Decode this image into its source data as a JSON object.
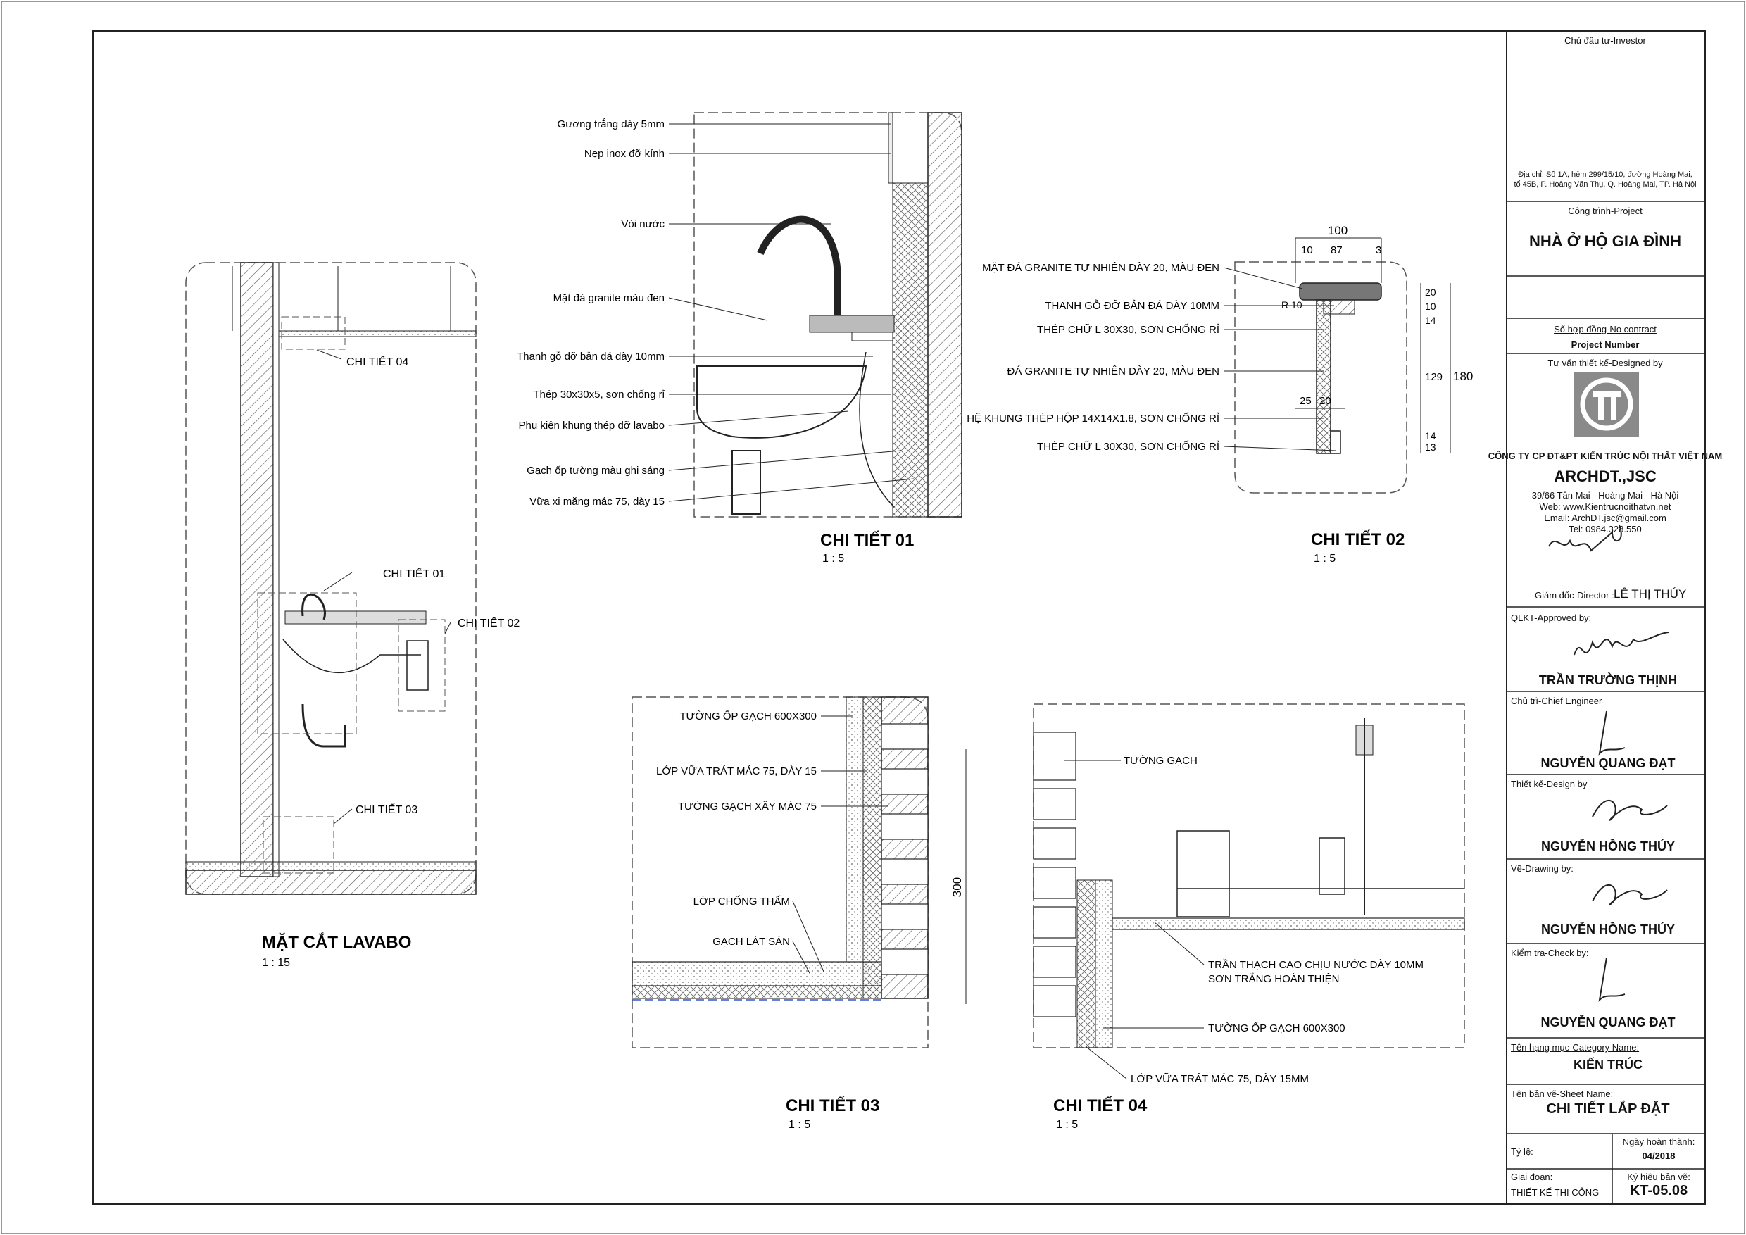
{
  "drawings": {
    "lavabo": {
      "title": "MẶT CẮT LAVABO",
      "scale": "1 : 15",
      "callouts": [
        "CHI TIẾT 04",
        "CHI TIẾT 01",
        "CHI TIẾT 02",
        "CHI TIẾT 03"
      ]
    },
    "detail01": {
      "title": "CHI TIẾT 01",
      "scale": "1 : 5",
      "labels": [
        "Gương trắng dày 5mm",
        "Nẹp inox đỡ kính",
        "Vòi nước",
        "Mặt đá granite màu đen",
        "Thanh gỗ đỡ bản đá dày 10mm",
        "Thép 30x30x5, sơn chống rỉ",
        "Phụ kiện khung thép đỡ lavabo",
        "Gạch ốp tường màu ghi sáng",
        "Vữa xi măng mác 75, dày 15"
      ]
    },
    "detail02": {
      "title": "CHI TIẾT 02",
      "scale": "1 : 5",
      "labels": [
        "MẶT ĐÁ GRANITE TỰ NHIÊN DÀY 20, MÀU ĐEN",
        "THANH GỖ ĐỠ BẢN ĐÁ DÀY 10MM",
        "THÉP CHỮ L 30X30, SƠN CHỐNG RỈ",
        "ĐÁ GRANITE TỰ NHIÊN DÀY 20, MÀU ĐEN",
        "HỆ KHUNG THÉP HỘP 14X14X1.8, SƠN CHỐNG RỈ",
        "THÉP CHỮ L 30X30, SƠN CHỐNG RỈ"
      ],
      "dims": {
        "top": "100",
        "a": "10",
        "b": "87",
        "c": "3",
        "r": "R 10",
        "h20": "20",
        "h10": "10",
        "h14a": "14",
        "h129": "129",
        "h14b": "14",
        "h13": "13",
        "h180": "180",
        "w25": "25",
        "w20": "20"
      }
    },
    "detail03": {
      "title": "CHI TIẾT 03",
      "scale": "1 : 5",
      "labels": [
        "TƯỜNG ỐP GẠCH 600X300",
        "LỚP VỮA TRÁT MÁC 75, DÀY 15",
        "TƯỜNG GẠCH XÂY MÁC 75",
        "LỚP CHỐNG THẤM",
        "GẠCH LÁT SÀN"
      ],
      "dim": "300"
    },
    "detail04": {
      "title": "CHI TIẾT 04",
      "scale": "1 : 5",
      "labels": [
        "TƯỜNG GẠCH",
        "TRẦN THẠCH CAO CHỊU NƯỚC DÀY 10MM",
        "SƠN TRẮNG HOÀN THIỆN",
        "TƯỜNG ỐP GẠCH 600X300",
        "LỚP VỮA TRÁT MÁC 75, DÀY 15MM"
      ]
    }
  },
  "title_block": {
    "investor_label": "Chủ đầu tư-Investor",
    "address_line1": "Địa chỉ: Số 1A, hẻm 299/15/10, đường Hoàng Mai,",
    "address_line2": "tổ 45B, P. Hoàng Văn Thụ, Q. Hoàng Mai, TP. Hà Nội",
    "project_label": "Công trình-Project",
    "project_name": "NHÀ Ở HỘ GIA ĐÌNH",
    "contract_label": "Số hợp đồng-No contract",
    "project_number_label": "Project Number",
    "designed_by_label": "Tư vấn thiết kế-Designed by",
    "company_name": "CÔNG TY CP ĐT&PT KIẾN TRÚC NỘI THẤT VIỆT NAM",
    "company_short": "ARCHDT.,JSC",
    "company_address": "39/66 Tân Mai - Hoàng Mai - Hà Nội",
    "company_web": "Web: www.Kientrucnoithatvn.net",
    "company_email": "Email: ArchDT.jsc@gmail.com",
    "company_tel": "Tel: 0984.328.550",
    "director_label": "Giám đốc-Director :",
    "director_name": "LÊ THỊ THÚY",
    "approved_label": "QLKT-Approved by:",
    "approved_name": "TRẦN TRƯỜNG THỊNH",
    "chief_label": "Chủ trì-Chief Engineer",
    "chief_name": "NGUYỄN QUANG ĐẠT",
    "design_label": "Thiết kế-Design by",
    "design_name": "NGUYỄN HỒNG THÚY",
    "drawing_label": "Vẽ-Drawing by:",
    "drawing_name": "NGUYỄN HỒNG THÚY",
    "check_label": "Kiểm tra-Check by:",
    "check_name": "NGUYỄN QUANG ĐẠT",
    "category_label": "Tên hạng mục-Category Name:",
    "category_name": "KIẾN TRÚC",
    "sheet_label": "Tên bản vẽ-Sheet Name:",
    "sheet_name": "CHI TIẾT LẮP ĐẶT",
    "scale_label": "Tỷ lệ:",
    "date_label": "Ngày hoàn thành:",
    "date_value": "04/2018",
    "phase_label": "Giai đoạn:",
    "phase_value": "THIẾT KẾ THI CÔNG",
    "sheet_no_label": "Ký hiệu bản vẽ:",
    "sheet_no": "KT-05.08"
  },
  "colors": {
    "line": "#111111",
    "hatch": "#555555",
    "logo_bg": "#8a8a8a"
  }
}
